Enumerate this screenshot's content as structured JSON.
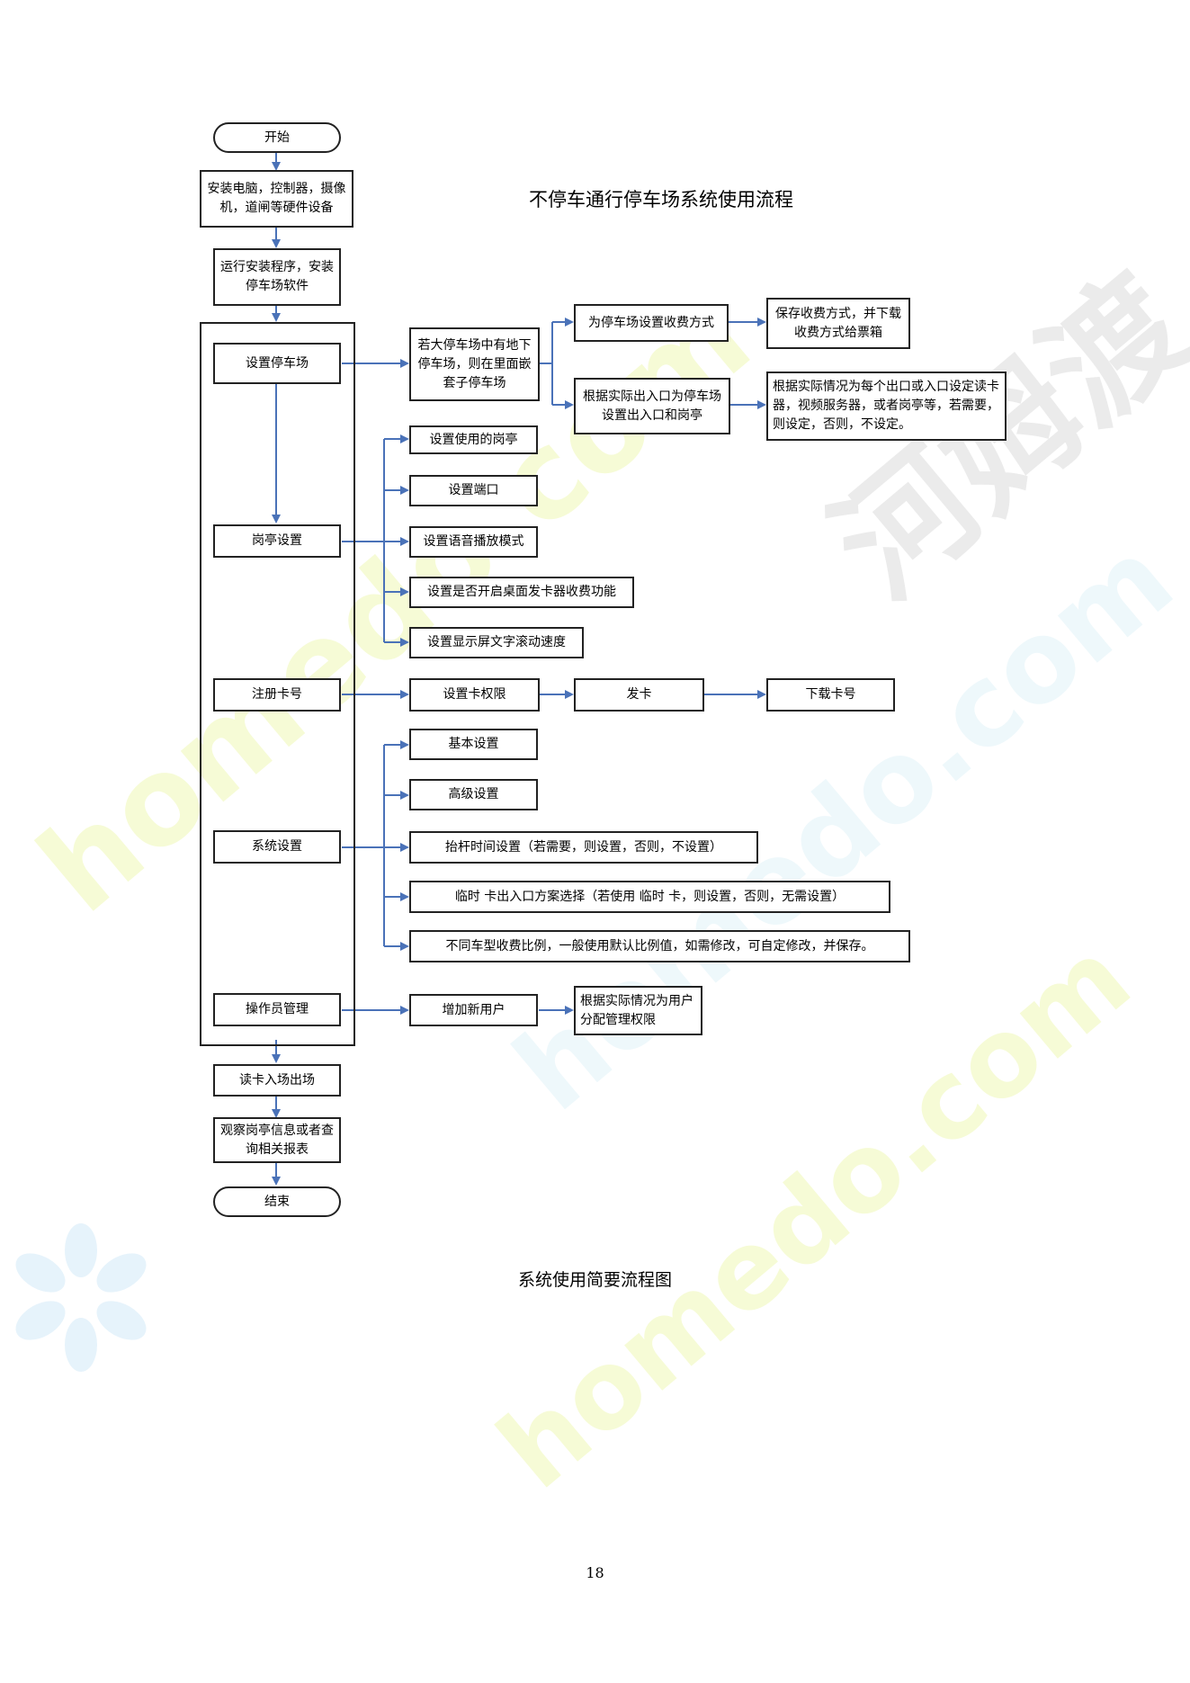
{
  "title": "不停车通行停车场系统使用流程",
  "caption": "系统使用简要流程图",
  "page_number": "18",
  "colors": {
    "arrow": "#4a72b8",
    "border": "#222222"
  },
  "watermark": {
    "cn": "河姆渡",
    "en1": "homedo.com",
    "en2": "homedo.com",
    "en3": "homedo.com"
  },
  "nodes": {
    "start": "开始",
    "install_hw": "安装电脑，控制器，摄像机，道闸等硬件设备",
    "install_sw": "运行安装程序，安装停车场软件",
    "set_lot": "设置停车场",
    "sub_lot": "若大停车场中有地下停车场，则在里面嵌套子停车场",
    "set_fee": "为停车场设置收费方式",
    "save_fee": "保存收费方式，并下载收费方式给票箱",
    "set_exits": "根据实际出入口为停车场设置出入口和岗亭",
    "set_readers": "根据实际情况为每个出口或入口设定读卡器，视频服务器，或者岗亭等，若需要，则设定，否则，不设定。",
    "booth": "岗亭设置",
    "booth_used": "设置使用的岗亭",
    "booth_port": "设置端口",
    "booth_voice": "设置语音播放模式",
    "booth_dispenser": "设置是否开启桌面发卡器收费功能",
    "booth_scroll": "设置显示屏文字滚动速度",
    "register": "注册卡号",
    "card_perm": "设置卡权限",
    "issue": "发卡",
    "download": "下载卡号",
    "system": "系统设置",
    "sys_basic": "基本设置",
    "sys_adv": "高级设置",
    "sys_barrier": "抬杆时间设置（若需要，则设置，否则，不设置）",
    "sys_temp": "临时 卡出入口方案选择（若使用 临时 卡，则设置，否则，无需设置）",
    "sys_ratio": "不同车型收费比例，一般使用默认比例值，如需修改，可自定修改，并保存。",
    "operator": "操作员管理",
    "add_user": "增加新用户",
    "assign_perm": "根据实际情况为用户分配管理权限",
    "read_card": "读卡入场出场",
    "observe": "观察岗亭信息或者查询相关报表",
    "end": "结束"
  }
}
